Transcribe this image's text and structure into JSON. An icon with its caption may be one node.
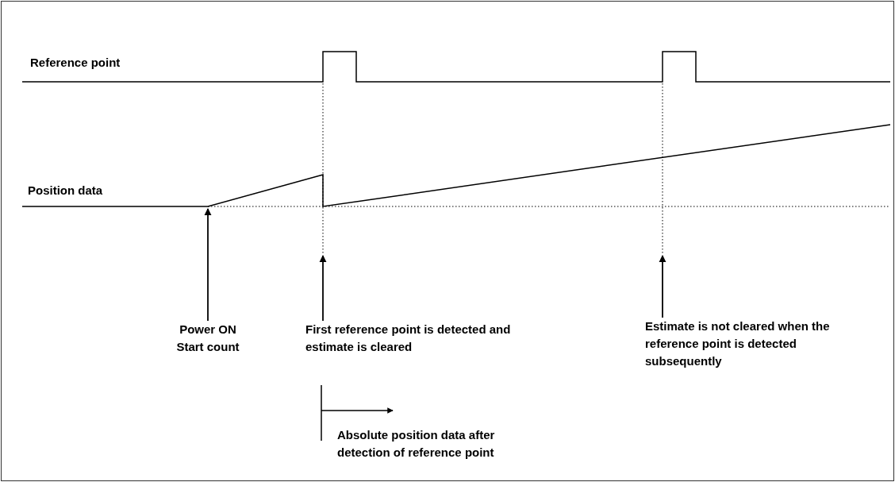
{
  "diagram": {
    "nodes": [
      {
        "text": [
          "Power ON Start count"
        ]
      },
      {
        "text": [
          "First reference point is detected and estimate is cleared"
        ]
      },
      {
        "text": [
          "Estimate is not cleared when the reference point is detected subsequently"
        ]
      }
    ],
    "edges": [
      {
        "from": 0,
        "to": null,
        "arrow": "to"
      },
      {
        "from": 1,
        "to": null,
        "arrow": "to"
      },
      {
        "from": 2,
        "to": null,
        "arrow": "to"
      }
    ],
    "labels": [
      "Reference point",
      "Position data",
      "Absolute position data after detection of reference point"
    ]
  }
}
